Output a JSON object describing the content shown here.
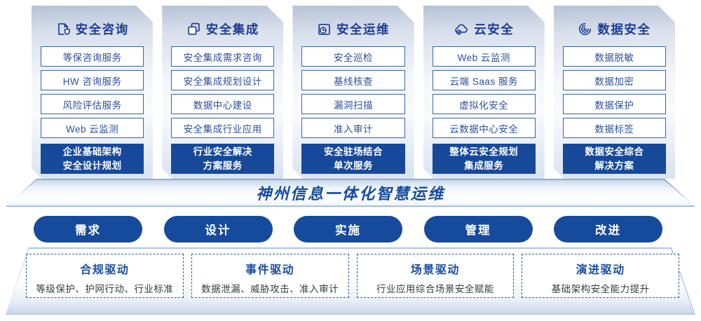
{
  "colors": {
    "primary_blue": "#17499b",
    "title_navy": "#1c3d94",
    "item_border_blue": "#3a63ad",
    "item_text_blue": "#2a4f9f",
    "dashed_border_blue": "#2e5cab",
    "subtitle_gray": "#363b42",
    "card_top_gray_blue": "#b7c2d7",
    "card_bottom_blue": "#d8e2f1"
  },
  "columns": [
    {
      "title": "安全咨询",
      "icon": "file-shield-icon",
      "items": [
        "等保咨询服务",
        "HW 咨询服务",
        "风险评估服务",
        "Web 云监测"
      ],
      "solution": [
        "企业基础架构",
        "安全设计规划"
      ]
    },
    {
      "title": "安全集成",
      "icon": "stacked-documents-icon",
      "items": [
        "安全集成需求咨询",
        "安全集成规划设计",
        "数据中心建设",
        "安全集成行业应用"
      ],
      "solution": [
        "行业安全解决",
        "方案服务"
      ]
    },
    {
      "title": "安全运维",
      "icon": "folder-clock-icon",
      "items": [
        "安全巡检",
        "基线核查",
        "漏洞扫描",
        "准入审计"
      ],
      "solution": [
        "安全驻场结合",
        "单次服务"
      ]
    },
    {
      "title": "云安全",
      "icon": "cloud-badge-icon",
      "items": [
        "Web 云监测",
        "云端 Saas 服务",
        "虚拟化安全",
        "云数据中心安全"
      ],
      "solution": [
        "整体云安全规划",
        "集成服务"
      ]
    },
    {
      "title": "数据安全",
      "icon": "fingerprint-icon",
      "items": [
        "数据脱敏",
        "数据加密",
        "数据保护",
        "数据标签"
      ],
      "solution": [
        "数据安全综合",
        "解决方案"
      ]
    }
  ],
  "banner": {
    "title": "神州信息一体化智慧运维"
  },
  "stages": [
    "需求",
    "设计",
    "实施",
    "管理",
    "改进"
  ],
  "drivers": [
    {
      "title": "合规驱动",
      "subtitle": "等级保护、护网行动、行业标准"
    },
    {
      "title": "事件驱动",
      "subtitle": "数据泄漏、威胁攻击、准入审计"
    },
    {
      "title": "场景驱动",
      "subtitle": "行业应用综合场景安全赋能"
    },
    {
      "title": "演进驱动",
      "subtitle": "基础架构安全能力提升"
    }
  ]
}
